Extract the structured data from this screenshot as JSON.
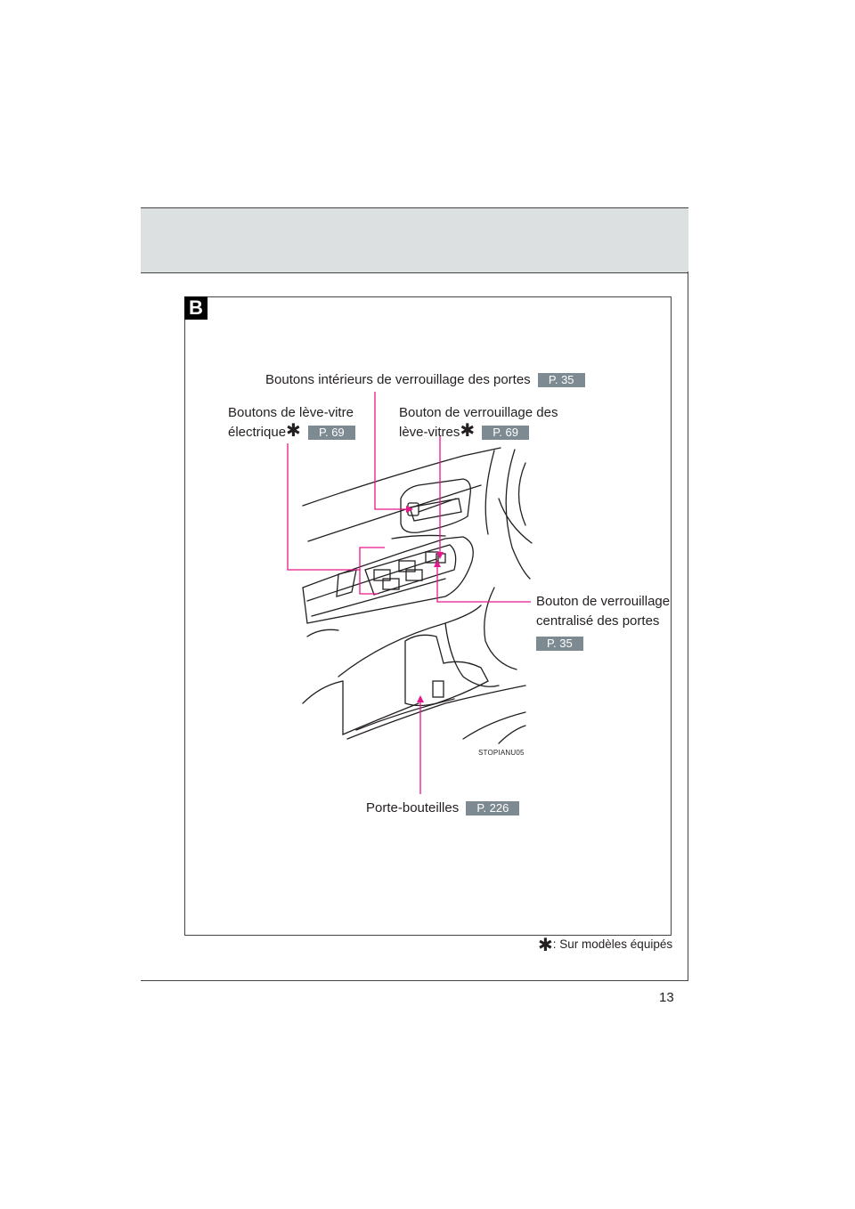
{
  "section": {
    "badge": "B"
  },
  "callouts": {
    "interior_lock": {
      "text": "Boutons intérieurs de verrouillage des portes",
      "ref": "P. 35"
    },
    "power_window": {
      "line1": "Boutons de lève-vitre",
      "line2": "électrique",
      "star": "✱",
      "ref": "P. 69"
    },
    "window_lock": {
      "line1": "Bouton de verrouillage des",
      "line2": "lève-vitres",
      "star": "✱",
      "ref": "P. 69"
    },
    "central_lock": {
      "line1": "Bouton de verrouillage",
      "line2": "centralisé des portes",
      "ref": "P. 35"
    },
    "bottle_holder": {
      "text": "Porte-bouteilles",
      "ref": "P. 226"
    }
  },
  "image_code": "STOPIANU05",
  "footnote": {
    "star": "✱",
    "text": ": Sur modèles équipés"
  },
  "page_number": "13",
  "colors": {
    "callout_line": "#e8178b",
    "ref_tag": "#7d8a91",
    "header_band": "#dde0e1"
  }
}
